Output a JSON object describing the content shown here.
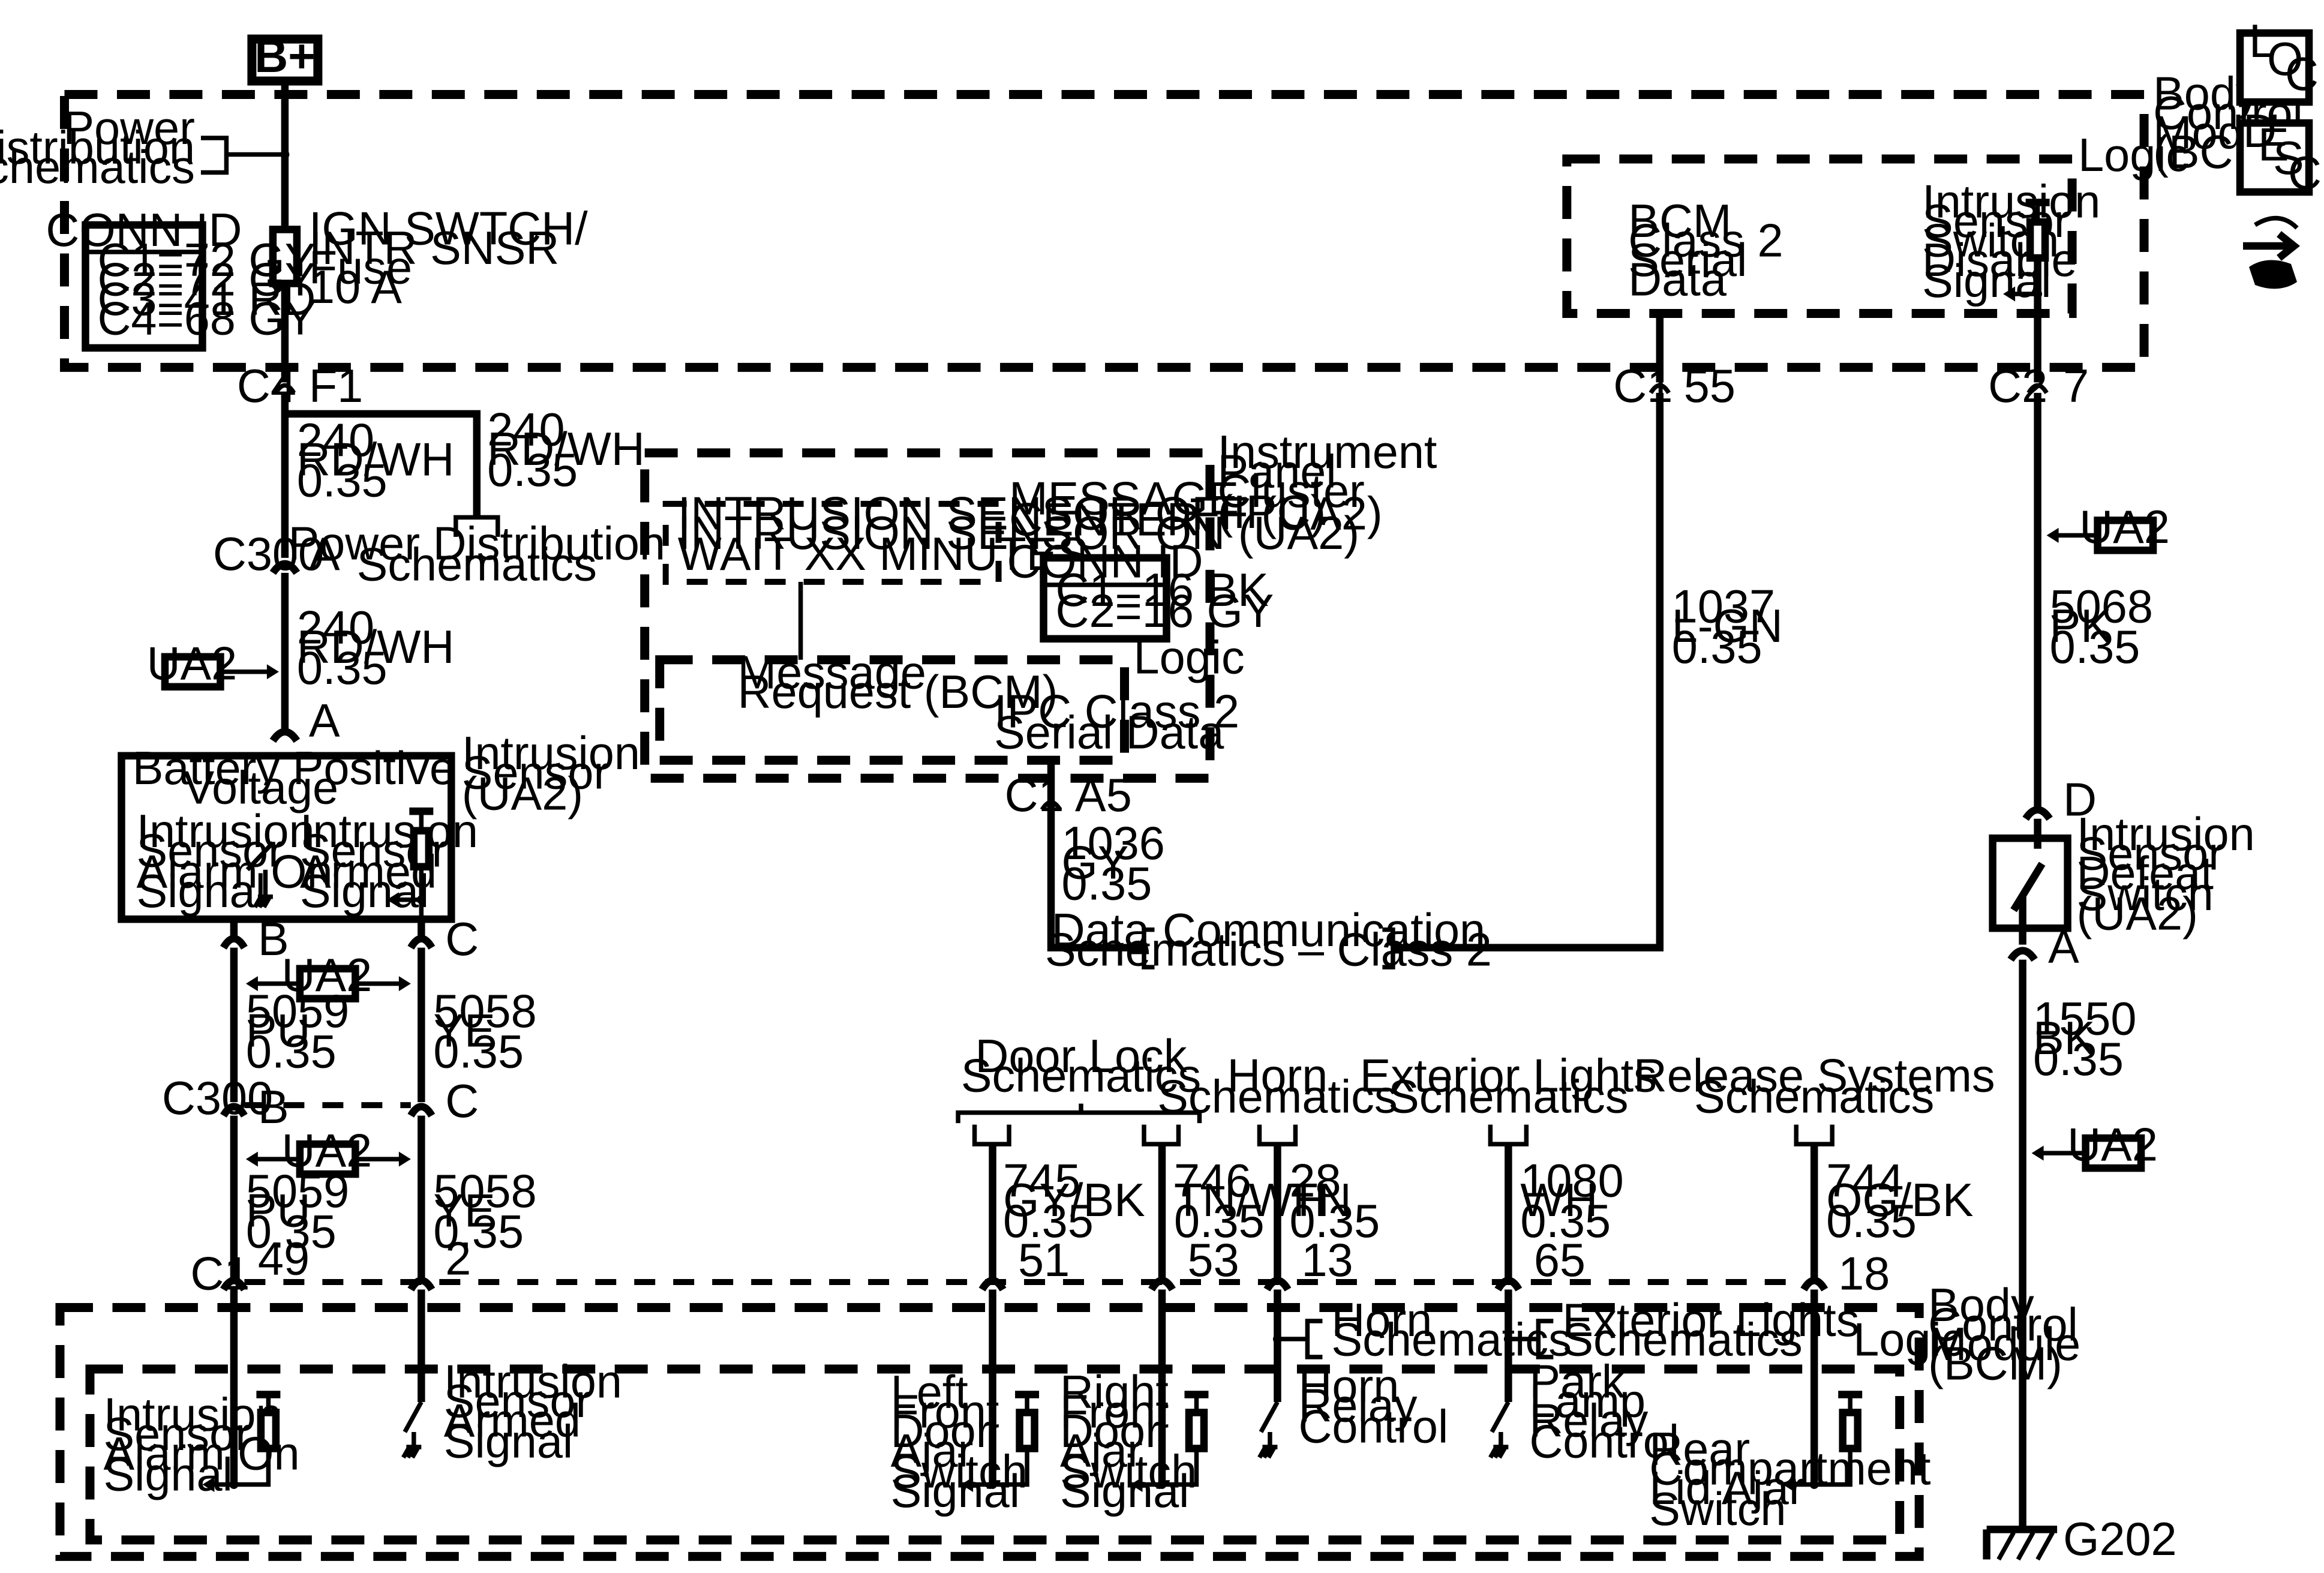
{
  "power": {
    "label": "B+"
  },
  "bcm": {
    "l1": "Body",
    "l2": "Control",
    "l3": "Module",
    "l4": "(BCM)",
    "logic": "Logic"
  },
  "icons": {
    "loc": [
      "L",
      "O",
      "C"
    ],
    "desc": [
      "D",
      "E",
      "S",
      "C"
    ]
  },
  "pds_top": {
    "l1": "Power",
    "l2": "Distribution",
    "l3": "Schematics"
  },
  "conn_bcm": {
    "title": "CONN ID",
    "rows": [
      "C1=72 GY",
      "C2=72 GY",
      "C3=41 RD",
      "C4=68 GY"
    ]
  },
  "fuse": {
    "l1": "IGN SWTCH/",
    "l2": "INTR SNSR",
    "l3": "Fuse",
    "l4": "10 A"
  },
  "serial_bcm": {
    "l1": "BCM",
    "l2": "Class 2",
    "l3": "Serial",
    "l4": "Data"
  },
  "disable": {
    "l1": "Intrusion",
    "l2": "Sensor",
    "l3": "Switch",
    "l4": "Disable",
    "l5": "Signal"
  },
  "pins": {
    "c4": "C4",
    "f1": "F1",
    "c1": "C1",
    "p55": "55",
    "c2": "C2",
    "p7": "7",
    "c300": "C300",
    "a": "A",
    "b": "B",
    "c": "C",
    "a5": "A5",
    "d": "D",
    "p49": "49",
    "p2": "2",
    "p51": "51",
    "p53": "53",
    "p13": "13",
    "p65": "65",
    "p18": "18"
  },
  "wire_240": {
    "num": "240",
    "color": "RD/WH",
    "gauge": "0.35"
  },
  "pds_mid": {
    "l1": "Power Distribution",
    "l2": "Schematics"
  },
  "ipc": {
    "l1": "Instrument",
    "l2": "Panel",
    "l3": "Cluster",
    "l4": "(IPC)"
  },
  "msg": {
    "l1": "INTRUSION SENSOR OFF (UA2)",
    "l2": "INTRUSION SENSOR ON (UA2)",
    "l3": "WAIT XX MINUTES",
    "center1": "MESSAGE",
    "center2": "CENTER"
  },
  "conn_ipc": {
    "title": "CONN ID",
    "rows": [
      "C1=16 BK",
      "C2=16 GY"
    ]
  },
  "ipc_logic": {
    "req1": "Message",
    "req2": "Request (BCM)",
    "ser1": "IPC Class 2",
    "ser2": "Serial Data",
    "logic": "Logic"
  },
  "option": "UA2",
  "wire_1037": {
    "num": "1037",
    "color": "L-GN",
    "gauge": "0.35"
  },
  "wire_5068": {
    "num": "5068",
    "color": "PK",
    "gauge": "0.35"
  },
  "wire_1036": {
    "num": "1036",
    "color": "GY",
    "gauge": "0.35"
  },
  "wire_1550": {
    "num": "1550",
    "color": "BK",
    "gauge": "0.35"
  },
  "wire_5059": {
    "num": "5059",
    "color": "PU",
    "gauge": "0.35"
  },
  "wire_5058": {
    "num": "5058",
    "color": "YE",
    "gauge": "0.35"
  },
  "wire_745": {
    "num": "745",
    "color": "GY/BK",
    "gauge": "0.35"
  },
  "wire_746": {
    "num": "746",
    "color": "TN/WH",
    "gauge": "0.35"
  },
  "wire_28": {
    "num": "28",
    "color": "TN",
    "gauge": "0.35"
  },
  "wire_1080": {
    "num": "1080",
    "color": "WH",
    "gauge": "0.35"
  },
  "wire_744": {
    "num": "744",
    "color": "OG/BK",
    "gauge": "0.35"
  },
  "sensor": {
    "l1": "Intrusion",
    "l2": "Sensor",
    "l3": "(UA2)",
    "bpv1": "Battery Positive",
    "bpv2": "Voltage",
    "alarm": [
      "Intrusion",
      "Sensor",
      "Alarm On",
      "Signal"
    ],
    "armed": [
      "Intrusion",
      "Sensor",
      "Armed",
      "Signal"
    ]
  },
  "defeat": {
    "l1": "Intrusion",
    "l2": "Sensor",
    "l3": "Defeat",
    "l4": "Switch",
    "l5": "(UA2)"
  },
  "data_comm": {
    "l1": "Data Communication",
    "l2": "Schematics – Class 2"
  },
  "door_lock": {
    "l1": "Door Lock",
    "l2": "Schematics"
  },
  "horn": {
    "l1": "Horn",
    "l2": "Schematics"
  },
  "ext": {
    "l1": "Exterior Lights",
    "l2": "Schematics"
  },
  "release": {
    "l1": "Release Systems",
    "l2": "Schematics"
  },
  "bottom": {
    "alarm": [
      "Intrusion",
      "Sensor",
      "Alarm On",
      "Signal"
    ],
    "armed": [
      "Intrusion",
      "Sensor",
      "Armed",
      "Signal"
    ],
    "lf": [
      "Left",
      "Front",
      "Door",
      "Ajar",
      "Switch",
      "Signal"
    ],
    "rf": [
      "Right",
      "Front",
      "Door",
      "Ajar",
      "Switch",
      "Signal"
    ],
    "horn_relay": [
      "Horn",
      "Relay",
      "Control"
    ],
    "park": [
      "Park",
      "Lamp",
      "Relay",
      "Control"
    ],
    "rear": [
      "Rear",
      "Compartment",
      "Lid Ajar",
      "Switch"
    ],
    "horn_s": [
      "Horn",
      "Schematics"
    ],
    "ext_s": [
      "Exterior Lights",
      "Schematics"
    ]
  },
  "ground": "G202"
}
